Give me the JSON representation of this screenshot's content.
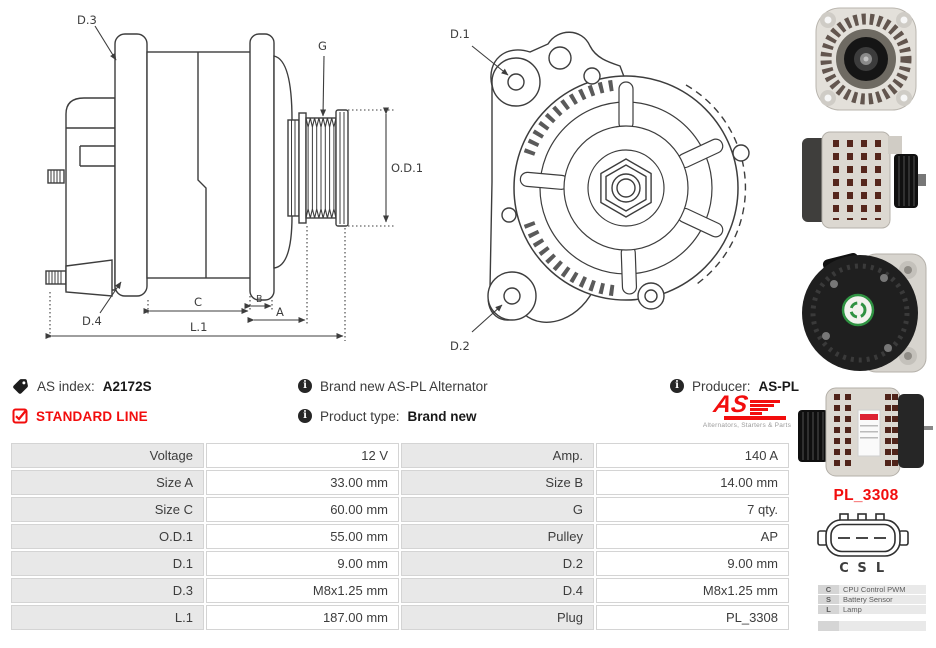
{
  "colors": {
    "red": "#f20d0d",
    "line": "#3d3d3d"
  },
  "icons": {
    "info_glyph": "i"
  },
  "info": {
    "as_index_label": "AS index:",
    "as_index_value": "A2172S",
    "standard_line": "STANDARD LINE",
    "brand_new_text": "Brand new AS-PL Alternator",
    "product_type_label": "Product type:",
    "product_type_value": "Brand new",
    "producer_label": "Producer:",
    "producer_value": "AS-PL"
  },
  "logo": {
    "text": "AS",
    "tagline": "Alternators, Starters & Parts"
  },
  "diagram": {
    "side": {
      "d3": "D.3",
      "g": "G",
      "od1": "O.D.1",
      "d4": "D.4",
      "c": "C",
      "b": "B",
      "a": "A",
      "l1": "L.1"
    },
    "front": {
      "d1": "D.1",
      "d2": "D.2"
    }
  },
  "specs": {
    "rows": [
      {
        "l1": "Voltage",
        "v1": "12 V",
        "l2": "Amp.",
        "v2": "140 A"
      },
      {
        "l1": "Size A",
        "v1": "33.00 mm",
        "l2": "Size B",
        "v2": "14.00 mm"
      },
      {
        "l1": "Size C",
        "v1": "60.00 mm",
        "l2": "G",
        "v2": "7 qty."
      },
      {
        "l1": "O.D.1",
        "v1": "55.00 mm",
        "l2": "Pulley",
        "v2": "AP"
      },
      {
        "l1": "D.1",
        "v1": "9.00 mm",
        "l2": "D.2",
        "v2": "9.00 mm"
      },
      {
        "l1": "D.3",
        "v1": "M8x1.25 mm",
        "l2": "D.4",
        "v2": "M8x1.25 mm"
      },
      {
        "l1": "L.1",
        "v1": "187.00 mm",
        "l2": "Plug",
        "v2": "PL_3308"
      }
    ]
  },
  "plug": {
    "code": "PL_3308",
    "pin_c": "C",
    "pin_s": "S",
    "pin_l": "L",
    "legend": [
      {
        "pin": "C",
        "desc": "CPU Control PWM"
      },
      {
        "pin": "S",
        "desc": "Battery Sensor"
      },
      {
        "pin": "L",
        "desc": "Lamp"
      }
    ]
  }
}
